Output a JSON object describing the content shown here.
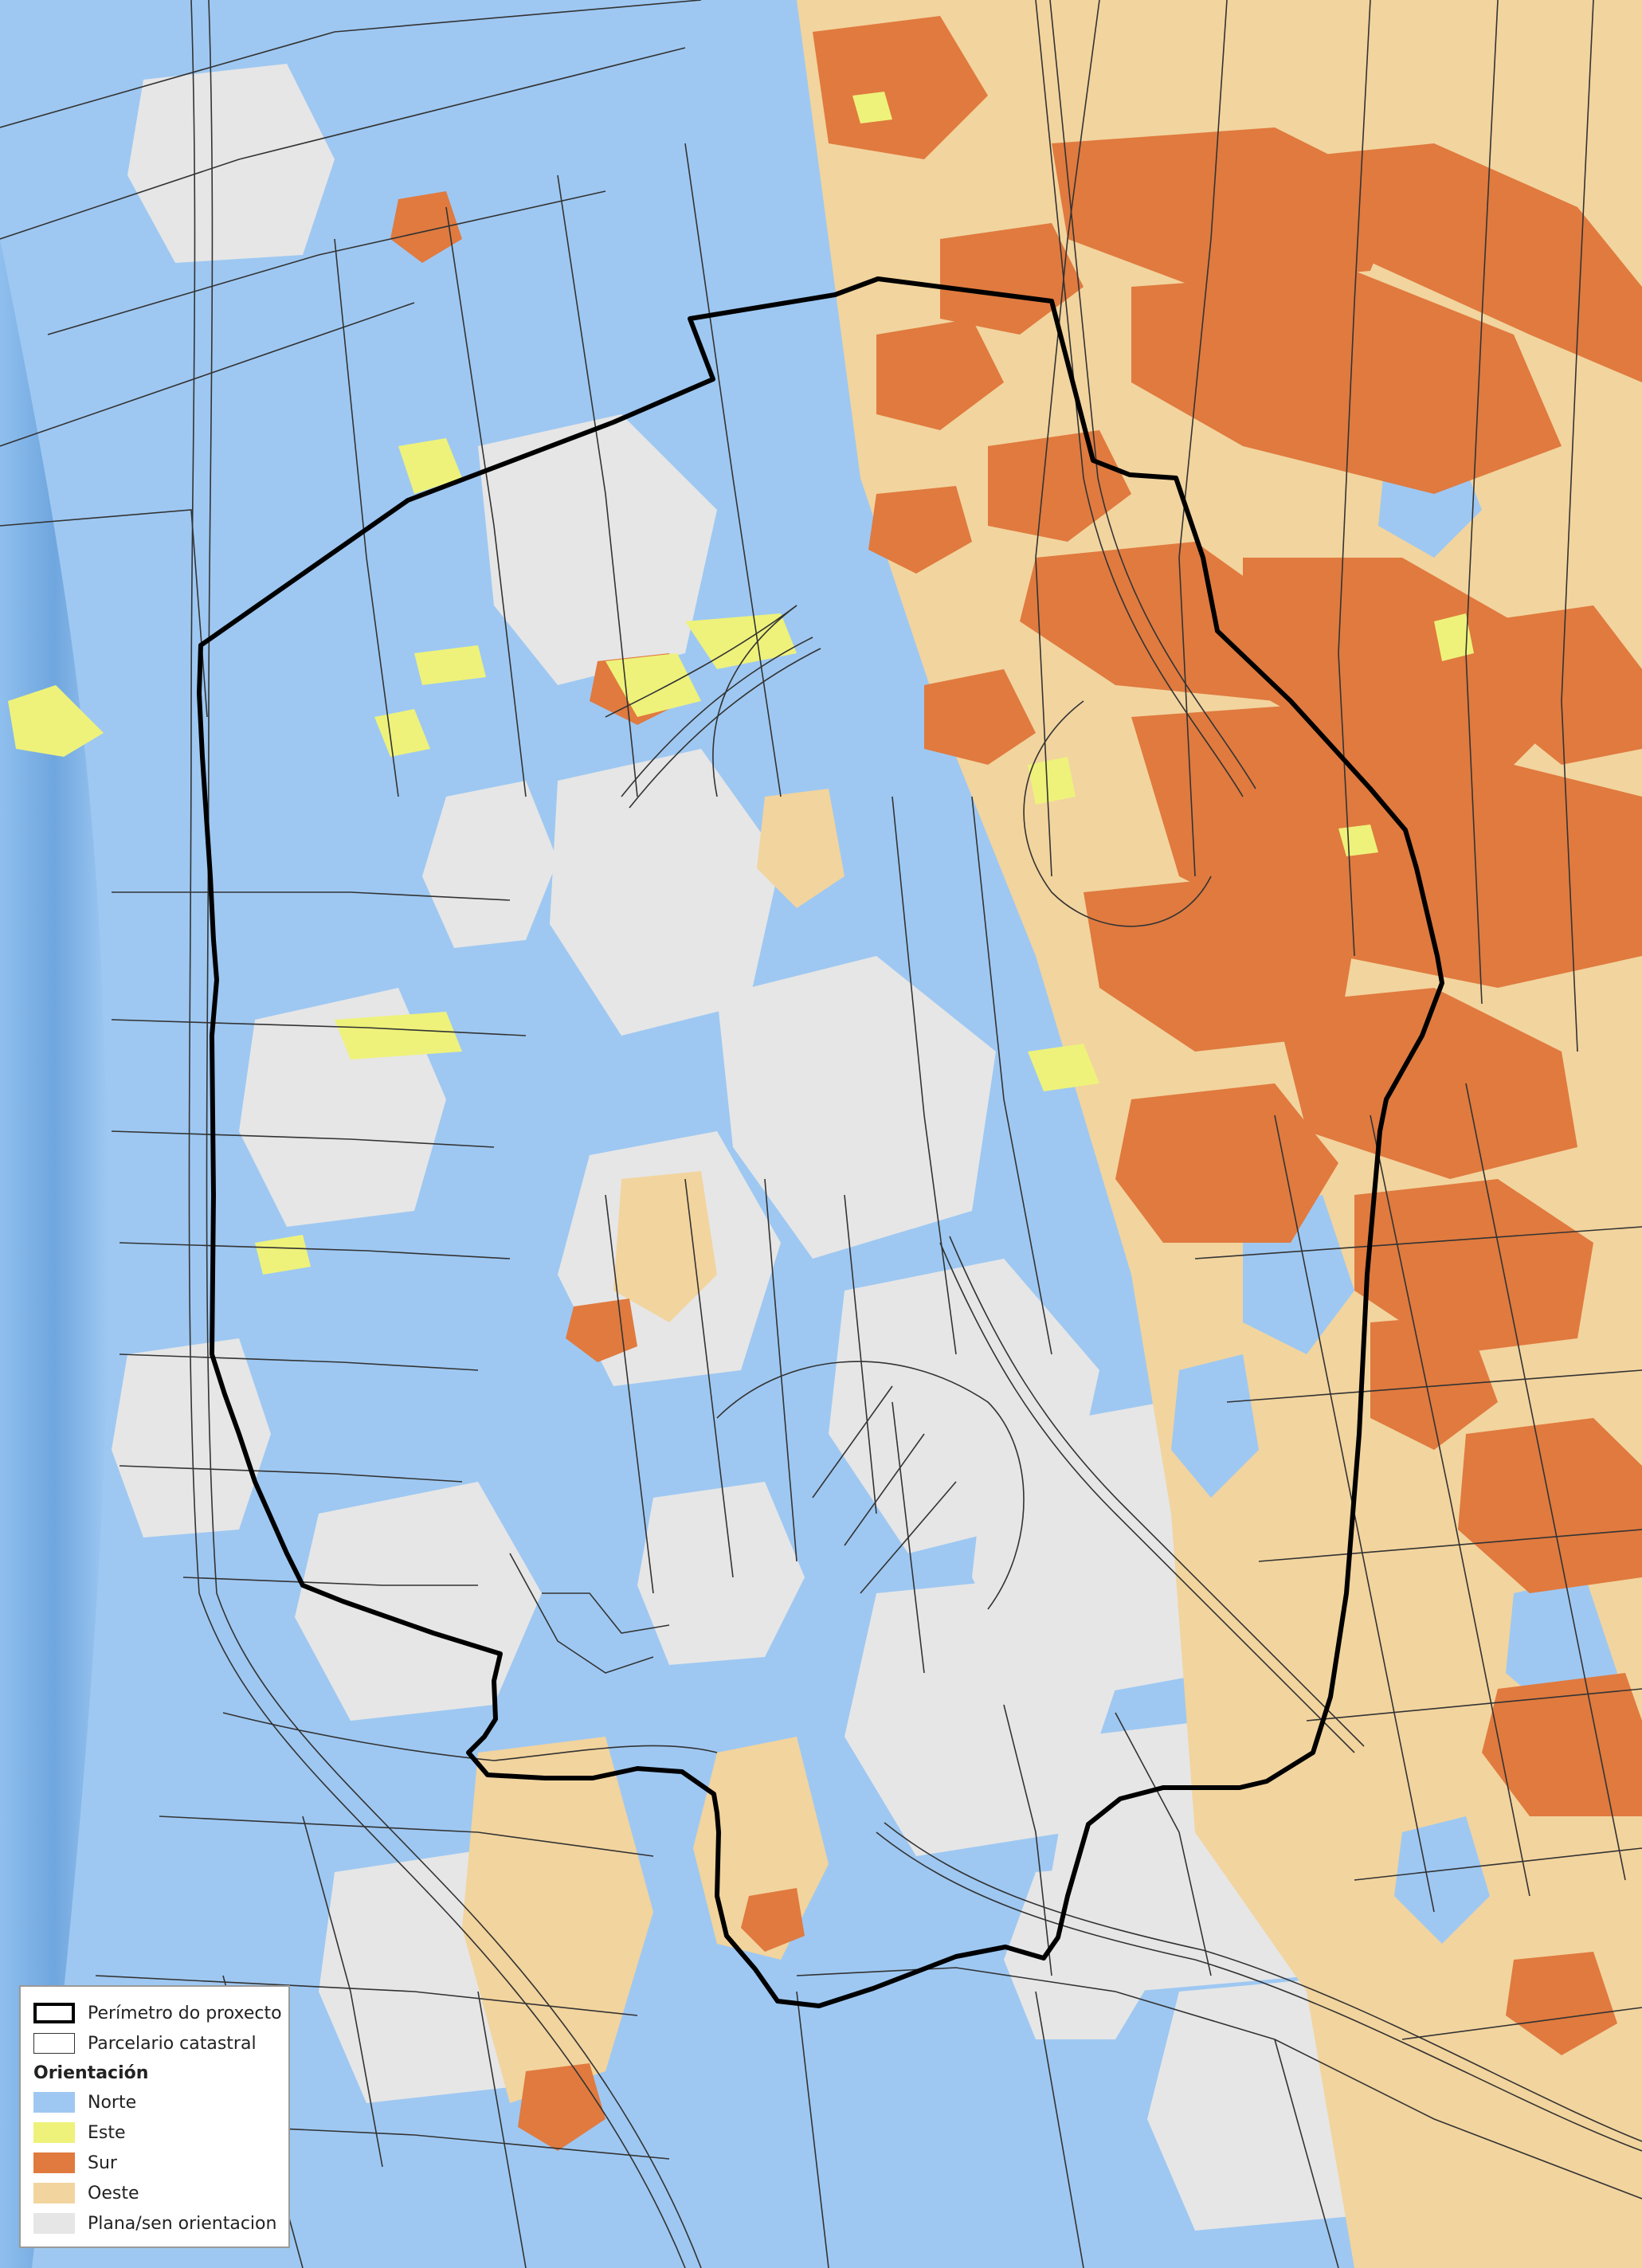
{
  "legend": {
    "perimeter_label": "Perímetro do proxecto",
    "parcel_label": "Parcelario catastral",
    "orientation_title": "Orientación",
    "classes": [
      {
        "label": "Norte",
        "color": "#9ec8f2"
      },
      {
        "label": "Este",
        "color": "#eef27a"
      },
      {
        "label": "Sur",
        "color": "#e07a3f"
      },
      {
        "label": "Oeste",
        "color": "#f2d49e"
      },
      {
        "label": "Plana/sen orientacion",
        "color": "#e6e6e6"
      }
    ]
  },
  "colors": {
    "perimeter": "#000000",
    "parcel_lines": "#333333",
    "valley_shade": "#7fb3e6"
  }
}
